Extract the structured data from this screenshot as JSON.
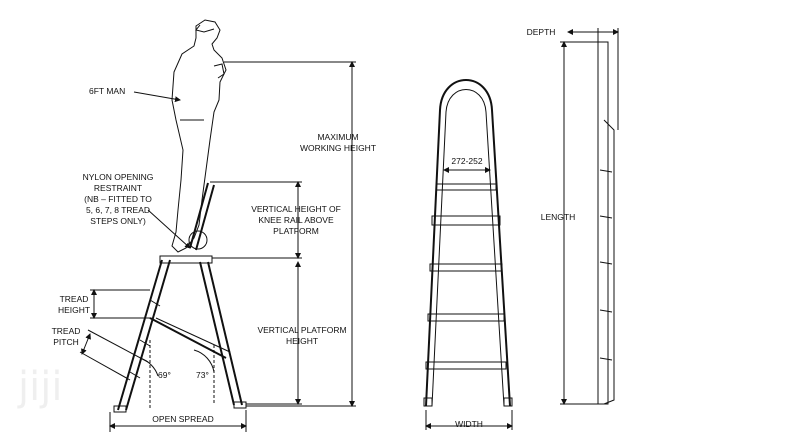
{
  "labels": {
    "man": "6FT MAN",
    "max_height_1": "MAXIMUM",
    "max_height_2": "WORKING HEIGHT",
    "restraint_1": "NYLON OPENING",
    "restraint_2": "RESTRAINT",
    "restraint_3": "(NB – FITTED TO",
    "restraint_4": "5, 6, 7, 8 TREAD",
    "restraint_5": "STEPS ONLY)",
    "knee_1": "VERTICAL HEIGHT OF",
    "knee_2": "KNEE RAIL ABOVE",
    "knee_3": "PLATFORM",
    "tread_height_1": "TREAD",
    "tread_height_2": "HEIGHT",
    "tread_pitch_1": "TREAD",
    "tread_pitch_2": "PITCH",
    "platform_1": "VERTICAL PLATFORM",
    "platform_2": "HEIGHT",
    "angle_1": "69°",
    "angle_2": "73°",
    "open_spread": "OPEN SPREAD",
    "inner_width": "272-252",
    "width": "WIDTH",
    "depth": "DEPTH",
    "length": "LENGTH"
  },
  "watermark": "jiji",
  "colors": {
    "ink": "#111111",
    "background": "#ffffff"
  }
}
